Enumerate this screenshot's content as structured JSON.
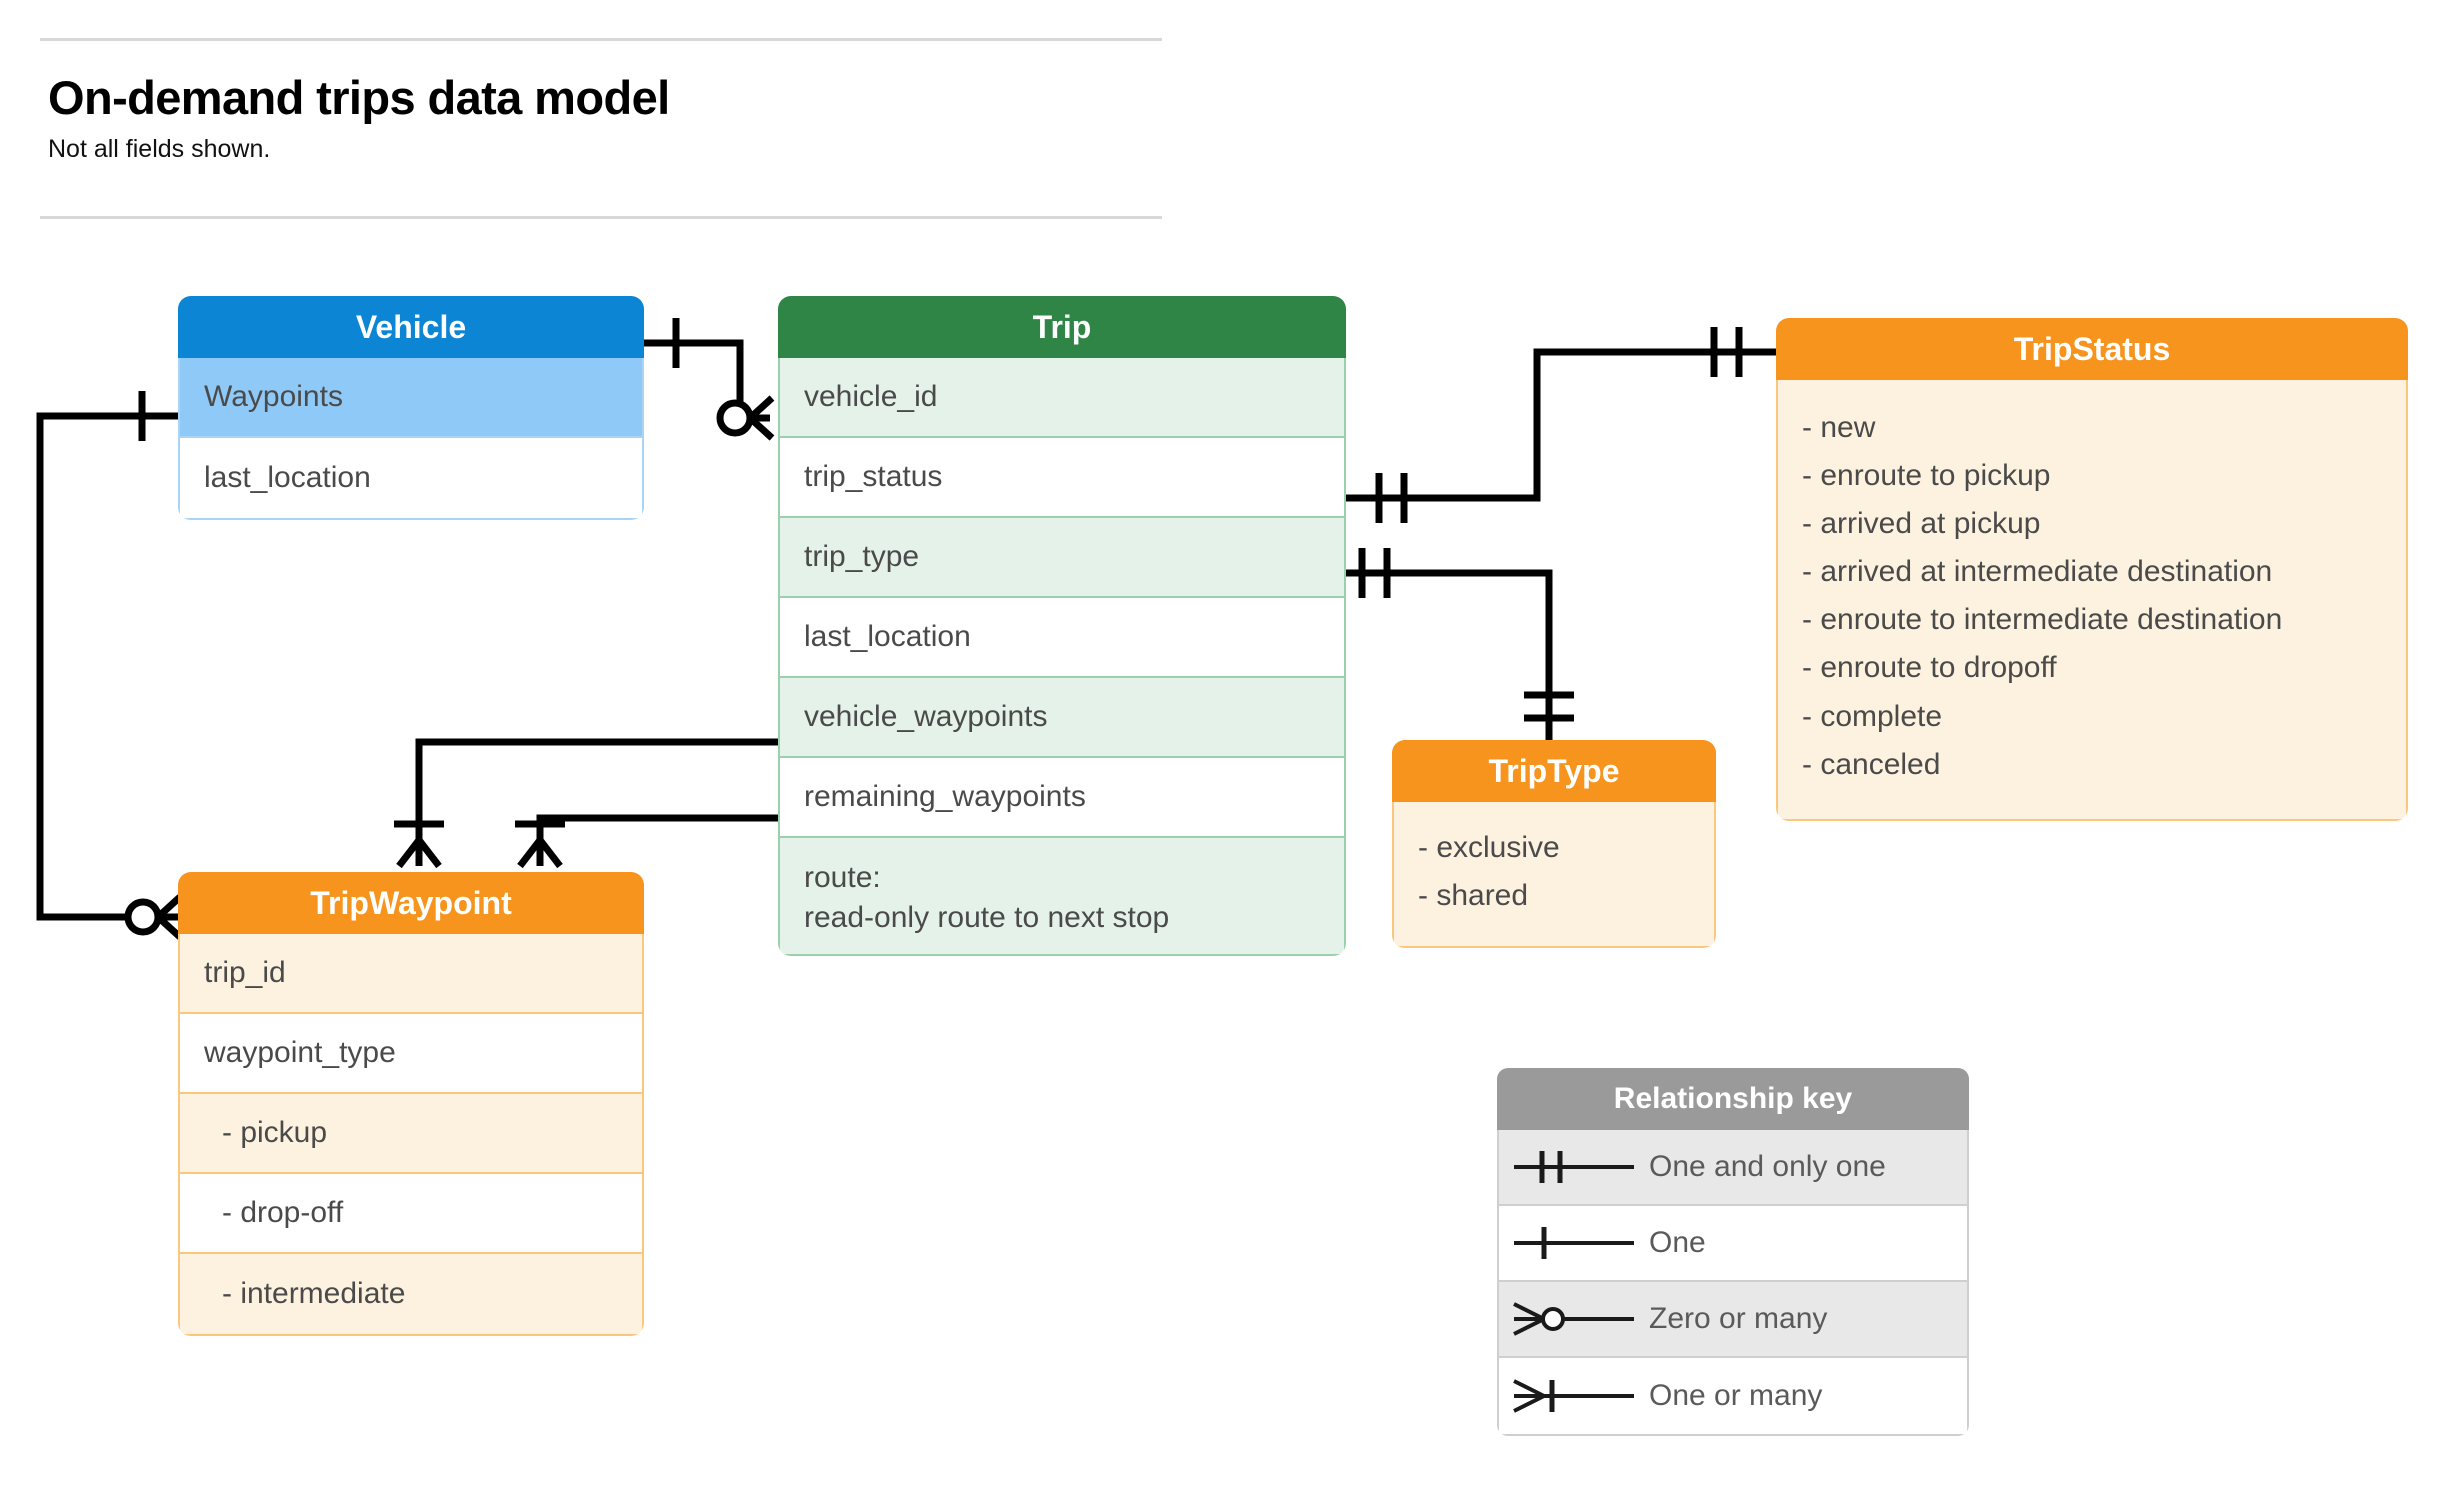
{
  "header": {
    "title": "On-demand trips data model",
    "subtitle": "Not all fields shown."
  },
  "entities": {
    "vehicle": {
      "name": "Vehicle",
      "color": "#0b85d4",
      "rows": [
        {
          "label": "Waypoints"
        },
        {
          "label": "last_location"
        }
      ]
    },
    "trip": {
      "name": "Trip",
      "color": "#2e8545",
      "rows": [
        {
          "label": "vehicle_id"
        },
        {
          "label": "trip_status"
        },
        {
          "label": "trip_type"
        },
        {
          "label": "last_location"
        },
        {
          "label": "vehicle_waypoints"
        },
        {
          "label": "remaining_waypoints"
        },
        {
          "label": "route:",
          "label2": "read-only route to next stop"
        }
      ]
    },
    "tripwaypoint": {
      "name": "TripWaypoint",
      "color": "#f7941e",
      "rows": [
        {
          "label": "trip_id"
        },
        {
          "label": "waypoint_type"
        },
        {
          "label": "-  pickup"
        },
        {
          "label": "-  drop-off"
        },
        {
          "label": "-  intermediate"
        }
      ]
    },
    "tripstatus": {
      "name": "TripStatus",
      "color": "#f7941e",
      "values": [
        "- new",
        "- enroute to pickup",
        "- arrived at pickup",
        "- arrived at intermediate destination",
        "- enroute to intermediate destination",
        "- enroute to dropoff",
        "- complete",
        "- canceled"
      ]
    },
    "triptype": {
      "name": "TripType",
      "color": "#f7941e",
      "values": [
        "- exclusive",
        "- shared"
      ]
    }
  },
  "legend": {
    "title": "Relationship key",
    "rows": [
      {
        "symbol": "one-and-only-one-icon",
        "label": "One and only one"
      },
      {
        "symbol": "one-icon",
        "label": "One"
      },
      {
        "symbol": "zero-or-many-icon",
        "label": "Zero or many"
      },
      {
        "symbol": "one-or-many-icon",
        "label": "One or many"
      }
    ]
  },
  "relationships": [
    {
      "from": "Vehicle",
      "to": "Trip.vehicle_id",
      "from_cardinality": "One",
      "to_cardinality": "Zero or many"
    },
    {
      "from": "Vehicle.Waypoints",
      "to": "TripWaypoint",
      "from_cardinality": "One",
      "to_cardinality": "Zero or many"
    },
    {
      "from": "Trip.trip_status",
      "to": "TripStatus",
      "from_cardinality": "One and only one",
      "to_cardinality": "One and only one"
    },
    {
      "from": "Trip.trip_type",
      "to": "TripType",
      "from_cardinality": "One and only one",
      "to_cardinality": "One and only one"
    },
    {
      "from": "Trip.vehicle_waypoints",
      "to": "TripWaypoint",
      "from_cardinality": "One",
      "to_cardinality": "One or many"
    },
    {
      "from": "Trip.remaining_waypoints",
      "to": "TripWaypoint",
      "from_cardinality": "One",
      "to_cardinality": "One or many"
    }
  ]
}
